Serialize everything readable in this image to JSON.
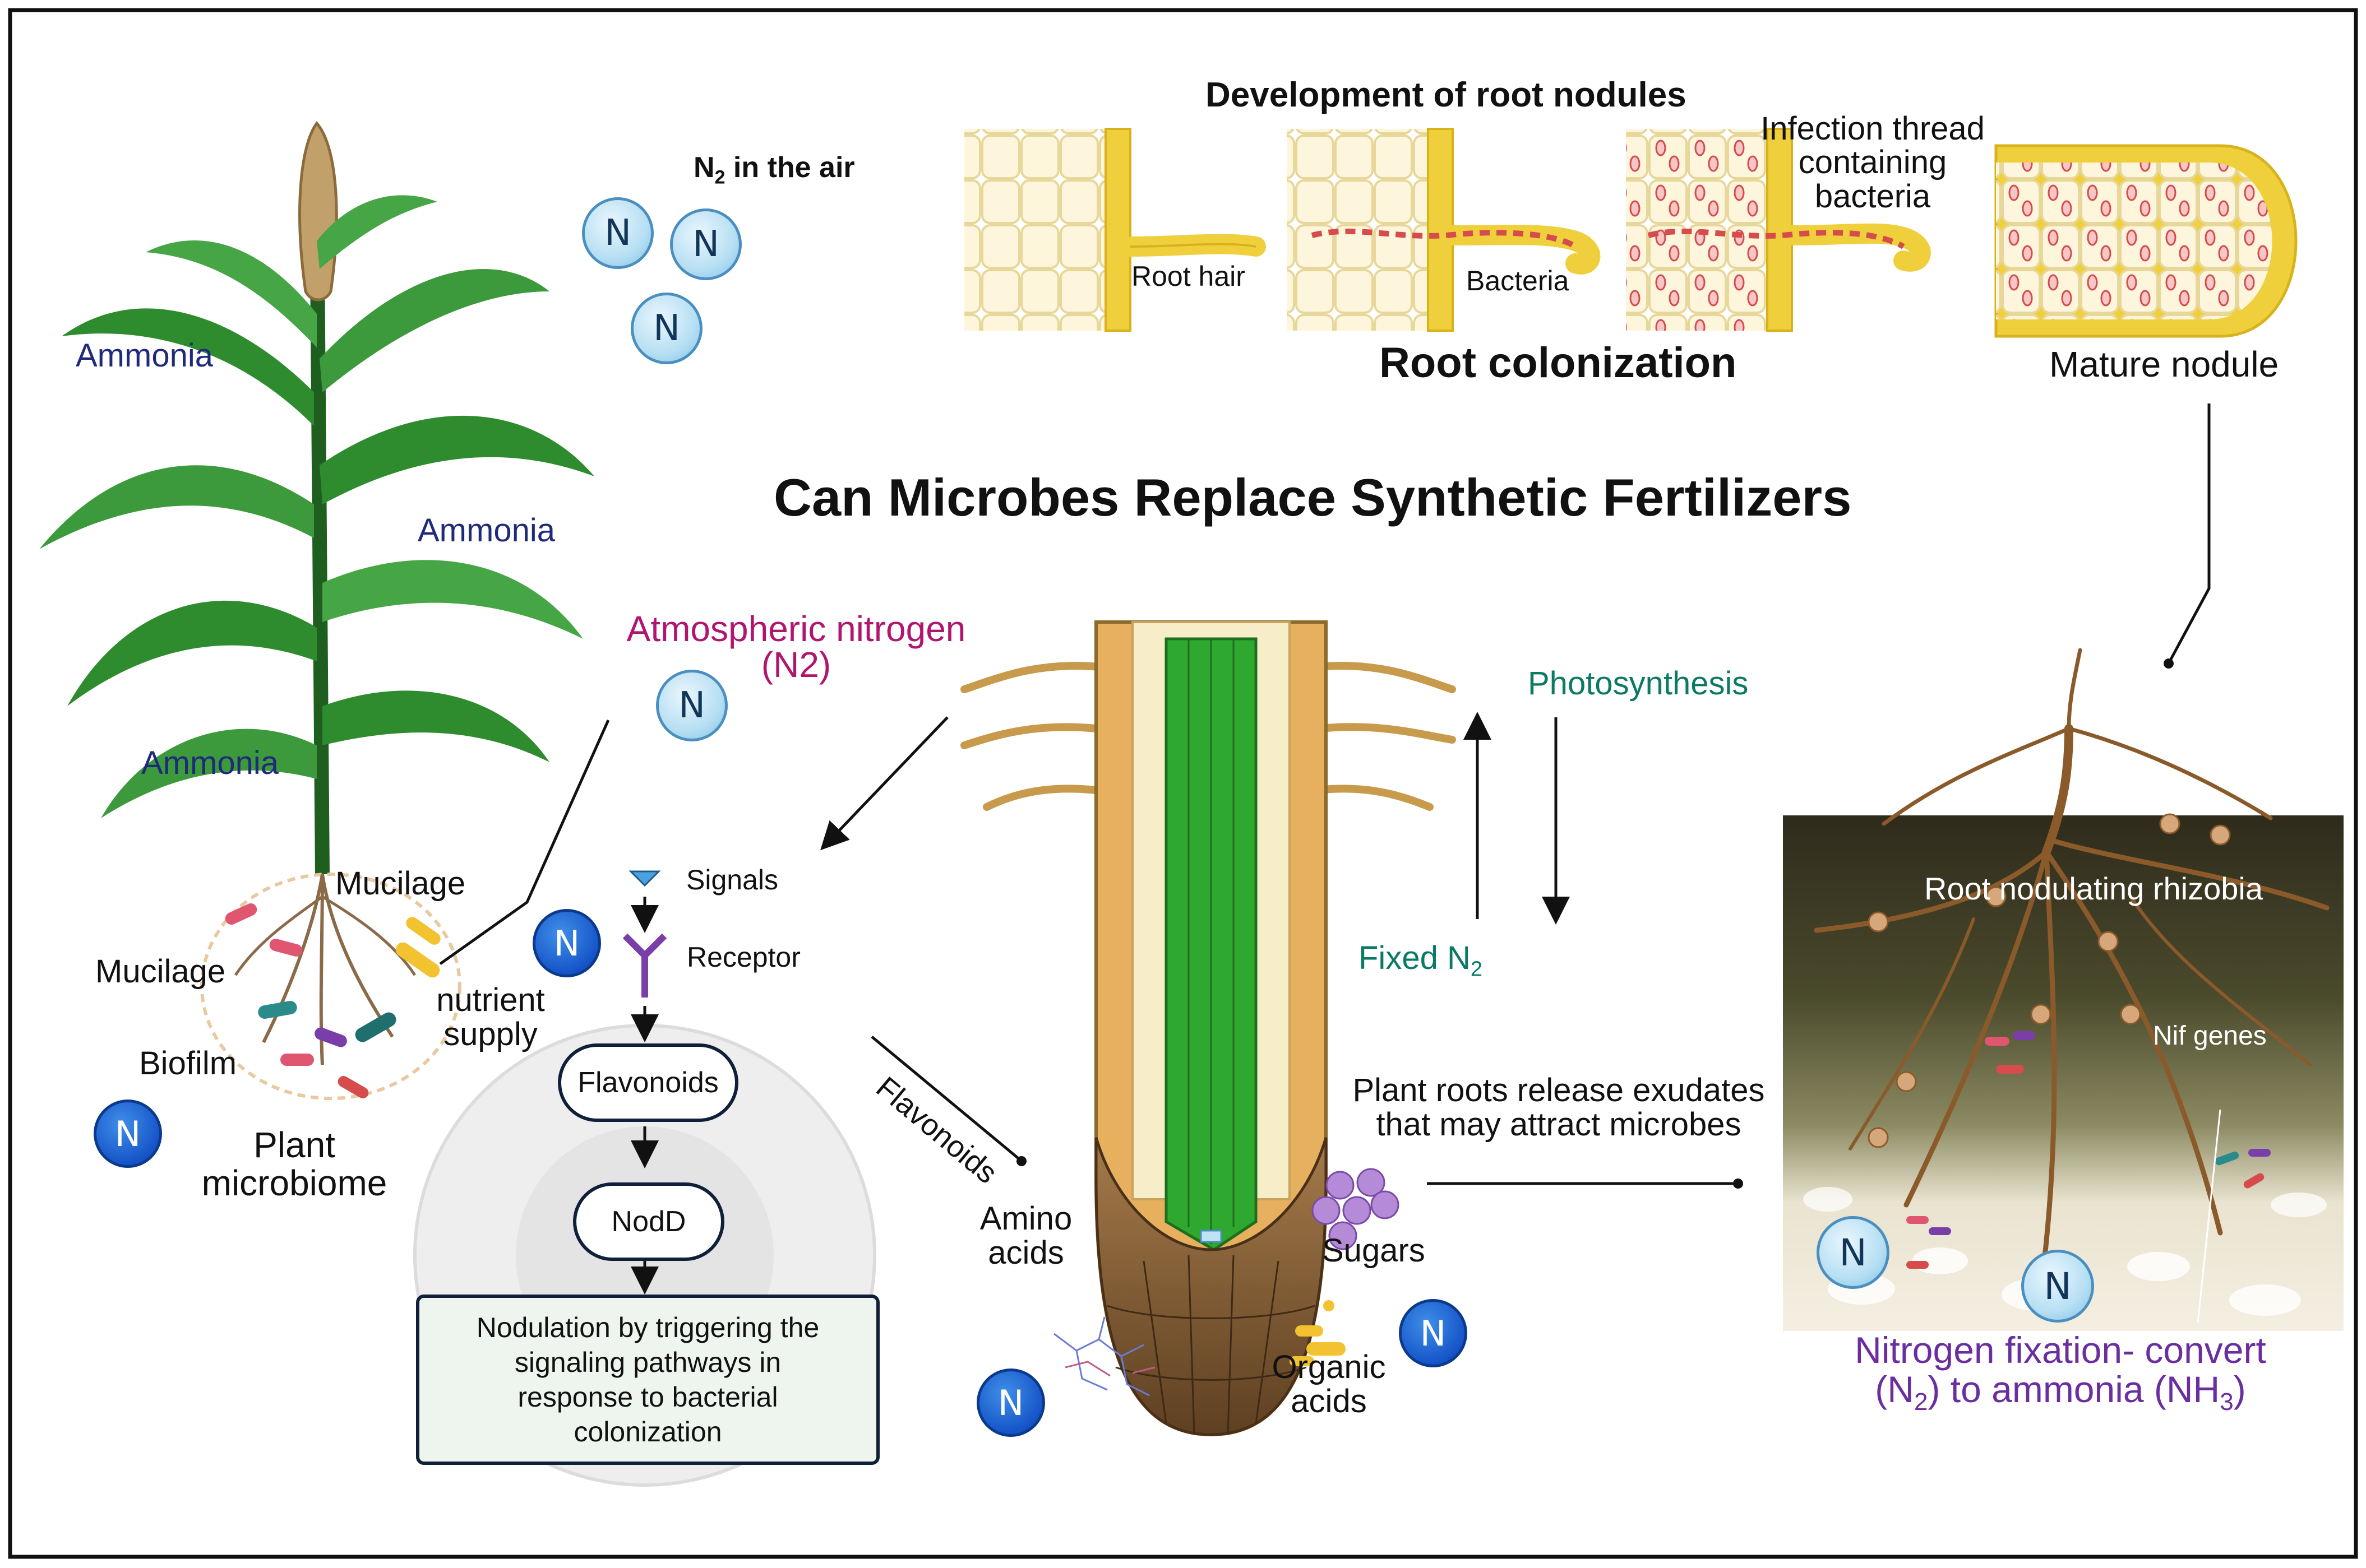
{
  "title": "Can Microbes Replace Synthetic Fertilizers",
  "nodules": {
    "heading": "Development of root nodules",
    "root_hair": "Root hair",
    "bacteria": "Bacteria",
    "infection_thread": [
      "Infection thread",
      "containing",
      "bacteria"
    ],
    "root_colonization": "Root colonization",
    "mature_nodule": "Mature nodule"
  },
  "air": {
    "label_prefix": "N",
    "label_sub": "2",
    "label_suffix": " in the air"
  },
  "badge_letter": "N",
  "plant": {
    "ammonia_1": "Ammonia",
    "ammonia_2": "Ammonia",
    "ammonia_3": "Ammonia",
    "mucilage_top": "Mucilage",
    "mucilage_left": "Mucilage",
    "nutrient_supply": [
      "nutrient",
      "supply"
    ],
    "biofilm": "Biofilm",
    "plant_microbiome": [
      "Plant",
      "microbiome"
    ]
  },
  "atmospheric": [
    "Atmospheric nitrogen",
    "(N2)"
  ],
  "signaling": {
    "signals": "Signals",
    "receptor": "Receptor",
    "flavonoids_pill": "Flavonoids",
    "nodd_pill": "NodD",
    "nodulation": [
      "Nodulation by triggering the",
      "signaling pathways in",
      "response to bacterial",
      "colonization"
    ]
  },
  "root_tip": {
    "flavonoids_arrow": "Flavonoids",
    "amino_acids": [
      "Amino",
      "acids"
    ],
    "sugars": "Sugars",
    "organic_acids": [
      "Organic",
      "acids"
    ]
  },
  "exchange": {
    "photosynthesis": "Photosynthesis",
    "fixed_prefix": "Fixed N",
    "fixed_sub": "2",
    "exudates": [
      "Plant roots release exudates",
      "that may attract microbes"
    ]
  },
  "soil": {
    "rhizobia": "Root nodulating rhizobia",
    "nif_genes": "Nif genes",
    "fixation_line1": "Nitrogen fixation- convert",
    "fixation_line2_a": "(N",
    "fixation_line2_sub1": "2",
    "fixation_line2_b": ") to ammonia (NH",
    "fixation_line2_sub2": "3",
    "fixation_line2_c": ")"
  },
  "colors": {
    "nitrogen_magenta": "#b0166e",
    "navy_label": "#1f2a7a",
    "teal_label": "#0a7a64",
    "purple_label": "#6a2ea0",
    "leaf_green": "#2e8b2e",
    "root_brown": "#8b5a2b",
    "soil_dark": "#3a3524"
  }
}
